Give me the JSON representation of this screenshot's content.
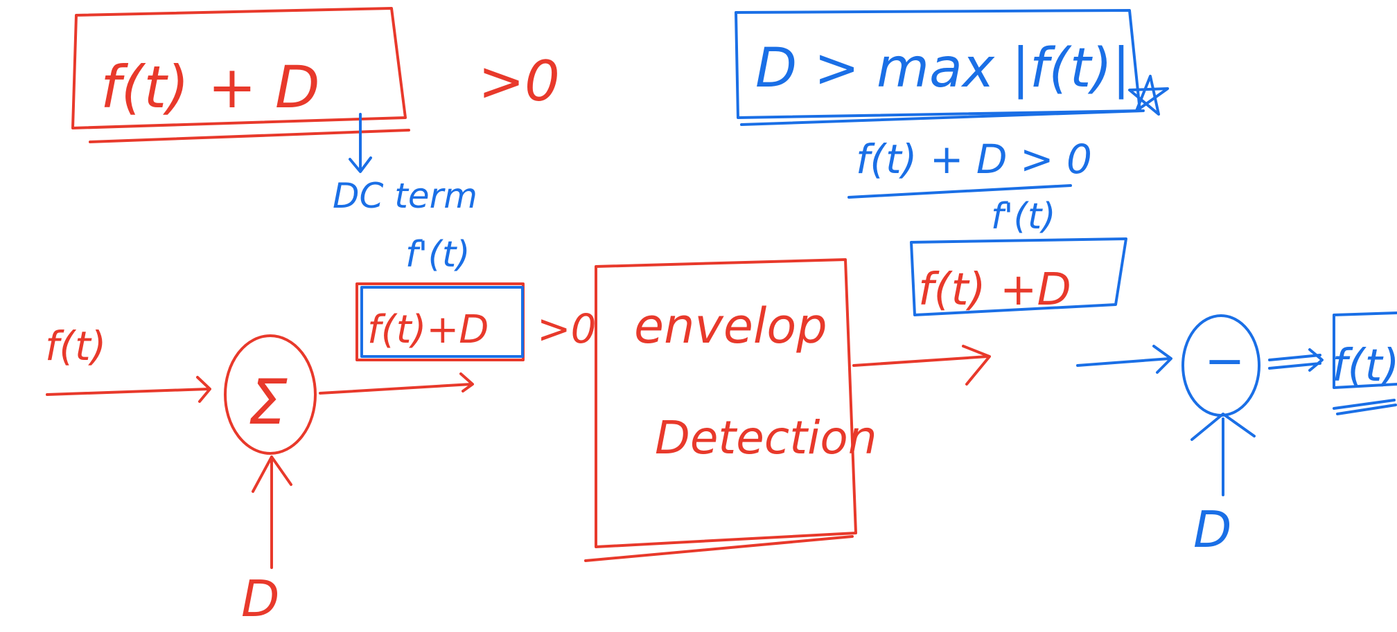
{
  "colors": {
    "red_ink": "#e8392b",
    "blue_ink": "#1a6fe6",
    "background": "#ffffff"
  },
  "top_left": {
    "expression": "f(t) + D",
    "condition": ">0",
    "annotation": "DC term"
  },
  "top_right": {
    "condition": "D > max |f(t)|",
    "derived": "f(t) + D > 0"
  },
  "block_diagram": {
    "input_label": "f(t)",
    "adder_symbol": "Σ",
    "adder_input": "D",
    "adder_output": "f(t)+D",
    "adder_output_alt": "f'(t)",
    "output_condition": ">0",
    "detector_line1": "envelop",
    "detector_line2": "Detection",
    "detector_output": "f(t) +D",
    "detector_output_alt": "f'(t)",
    "subtractor_symbol": "−",
    "subtractor_input": "D",
    "final_output": "f(t)"
  }
}
